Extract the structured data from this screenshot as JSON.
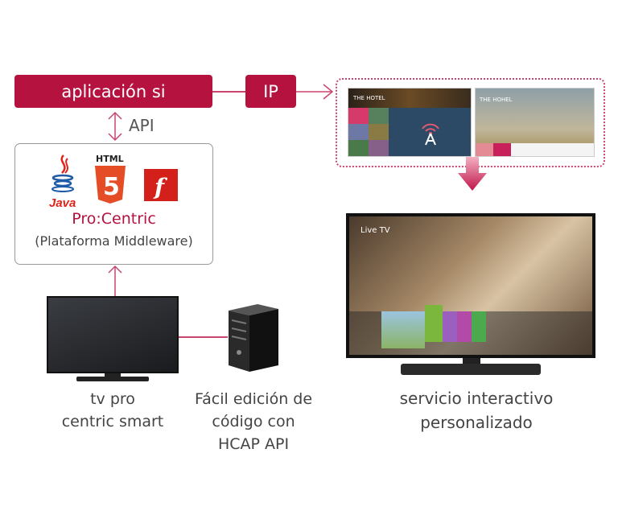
{
  "colors": {
    "accent": "#b5123f",
    "line": "#c8466d",
    "text": "#444444"
  },
  "app_box": {
    "label": "aplicación si"
  },
  "ip_box": {
    "label": "IP"
  },
  "api_label": "API",
  "platform": {
    "logos": [
      "java-logo",
      "html5-logo",
      "flash-logo"
    ],
    "html_logo_text": "HTML",
    "java_logo_text": "Java",
    "title": "Pro:Centric",
    "subtitle": "(Plataforma Middleware)"
  },
  "screens": {
    "screen1_title": "THE HOTEL",
    "screen2_title": "THE HOHEL",
    "big_tv_overlay": "Live TV"
  },
  "labels": {
    "tv": "tv pro\ncentric smart",
    "server": "Fácil edición de\ncódigo con\nHCAP API",
    "service": "servicio interactivo\npersonalizado"
  }
}
